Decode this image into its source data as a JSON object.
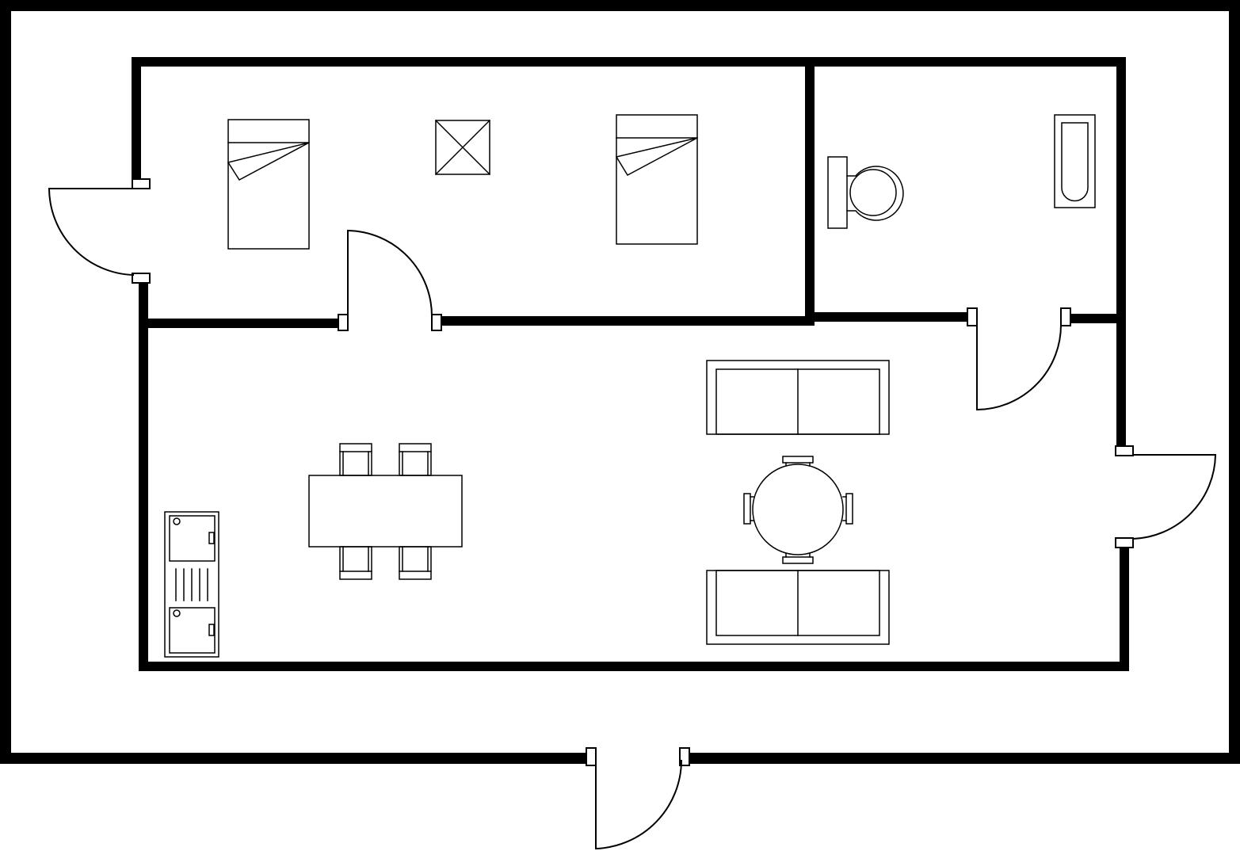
{
  "diagram": {
    "type": "floor-plan",
    "background_color": "#ffffff",
    "line_color": "#000000",
    "rooms": [
      "bedroom",
      "bathroom",
      "living-dining-kitchen"
    ],
    "furniture": [
      "double-bed",
      "double-bed",
      "side-table",
      "toilet",
      "bathtub",
      "sofa",
      "sofa",
      "round-table",
      "dining-table",
      "dining-chair",
      "kitchen-counter"
    ],
    "doors": [
      "entrance-door",
      "bedroom-exterior-door",
      "bedroom-door",
      "bathroom-door",
      "living-exterior-door"
    ]
  }
}
